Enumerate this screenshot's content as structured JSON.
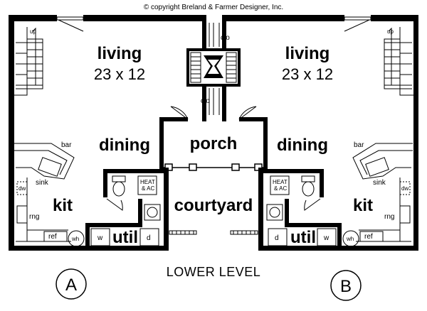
{
  "copyright": "© copyright Breland & Farmer Designer, Inc.",
  "level_label": "LOWER LEVEL",
  "rooms": {
    "living_name": "living",
    "living_dims": "23 x 12",
    "dining": "dining",
    "porch": "porch",
    "courtyard": "courtyard",
    "kit": "kit",
    "util": "util"
  },
  "labels": {
    "up": "up",
    "clo": "clo",
    "bar": "bar",
    "sink": "sink",
    "dw": "dw",
    "rng": "rng",
    "ref": "ref",
    "wh": "wh",
    "w": "w",
    "d": "d",
    "heat1": "HEAT",
    "heat2": "& AC"
  },
  "units": {
    "left": "A",
    "right": "B"
  }
}
